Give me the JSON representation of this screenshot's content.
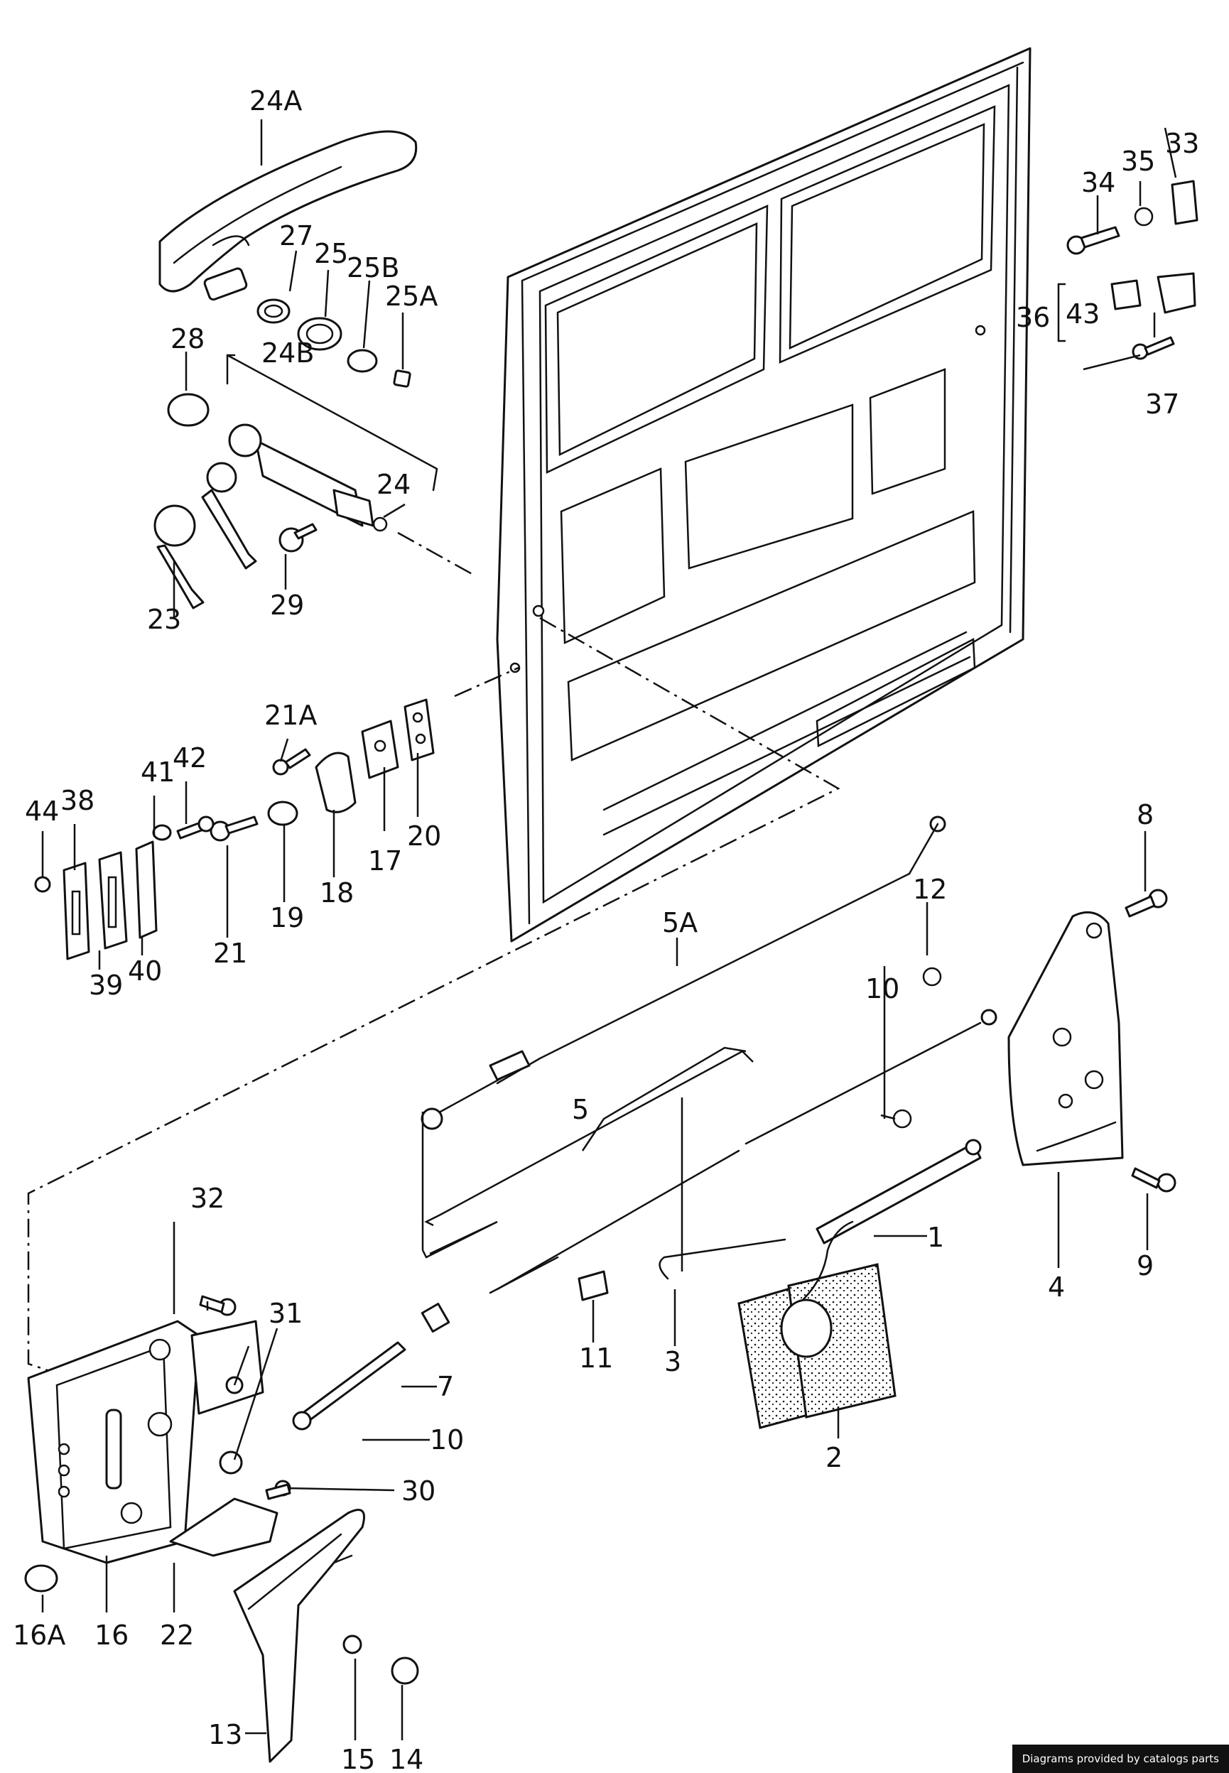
{
  "callouts": [
    {
      "id": "1",
      "text": "1"
    },
    {
      "id": "2",
      "text": "2"
    },
    {
      "id": "3",
      "text": "3"
    },
    {
      "id": "4",
      "text": "4"
    },
    {
      "id": "5",
      "text": "5"
    },
    {
      "id": "5A",
      "text": "5A"
    },
    {
      "id": "7",
      "text": "7"
    },
    {
      "id": "8",
      "text": "8"
    },
    {
      "id": "9",
      "text": "9"
    },
    {
      "id": "10a",
      "text": "10"
    },
    {
      "id": "10b",
      "text": "10"
    },
    {
      "id": "11",
      "text": "11"
    },
    {
      "id": "12",
      "text": "12"
    },
    {
      "id": "13",
      "text": "13"
    },
    {
      "id": "14",
      "text": "14"
    },
    {
      "id": "15",
      "text": "15"
    },
    {
      "id": "16",
      "text": "16"
    },
    {
      "id": "16A",
      "text": "16A"
    },
    {
      "id": "17",
      "text": "17"
    },
    {
      "id": "18",
      "text": "18"
    },
    {
      "id": "19",
      "text": "19"
    },
    {
      "id": "20",
      "text": "20"
    },
    {
      "id": "21",
      "text": "21"
    },
    {
      "id": "21A",
      "text": "21A"
    },
    {
      "id": "22",
      "text": "22"
    },
    {
      "id": "23",
      "text": "23"
    },
    {
      "id": "24",
      "text": "24"
    },
    {
      "id": "24A",
      "text": "24A"
    },
    {
      "id": "24B",
      "text": "24B"
    },
    {
      "id": "25",
      "text": "25"
    },
    {
      "id": "25A",
      "text": "25A"
    },
    {
      "id": "25B",
      "text": "25B"
    },
    {
      "id": "27",
      "text": "27"
    },
    {
      "id": "28",
      "text": "28"
    },
    {
      "id": "29",
      "text": "29"
    },
    {
      "id": "30",
      "text": "30"
    },
    {
      "id": "31",
      "text": "31"
    },
    {
      "id": "32",
      "text": "32"
    },
    {
      "id": "33",
      "text": "33"
    },
    {
      "id": "34",
      "text": "34"
    },
    {
      "id": "35",
      "text": "35"
    },
    {
      "id": "36",
      "text": "36"
    },
    {
      "id": "37",
      "text": "37"
    },
    {
      "id": "38",
      "text": "38"
    },
    {
      "id": "39",
      "text": "39"
    },
    {
      "id": "40",
      "text": "40"
    },
    {
      "id": "41",
      "text": "41"
    },
    {
      "id": "42",
      "text": "42"
    },
    {
      "id": "43",
      "text": "43"
    },
    {
      "id": "44",
      "text": "44"
    }
  ],
  "credit": "Diagrams provided by catalogs parts"
}
